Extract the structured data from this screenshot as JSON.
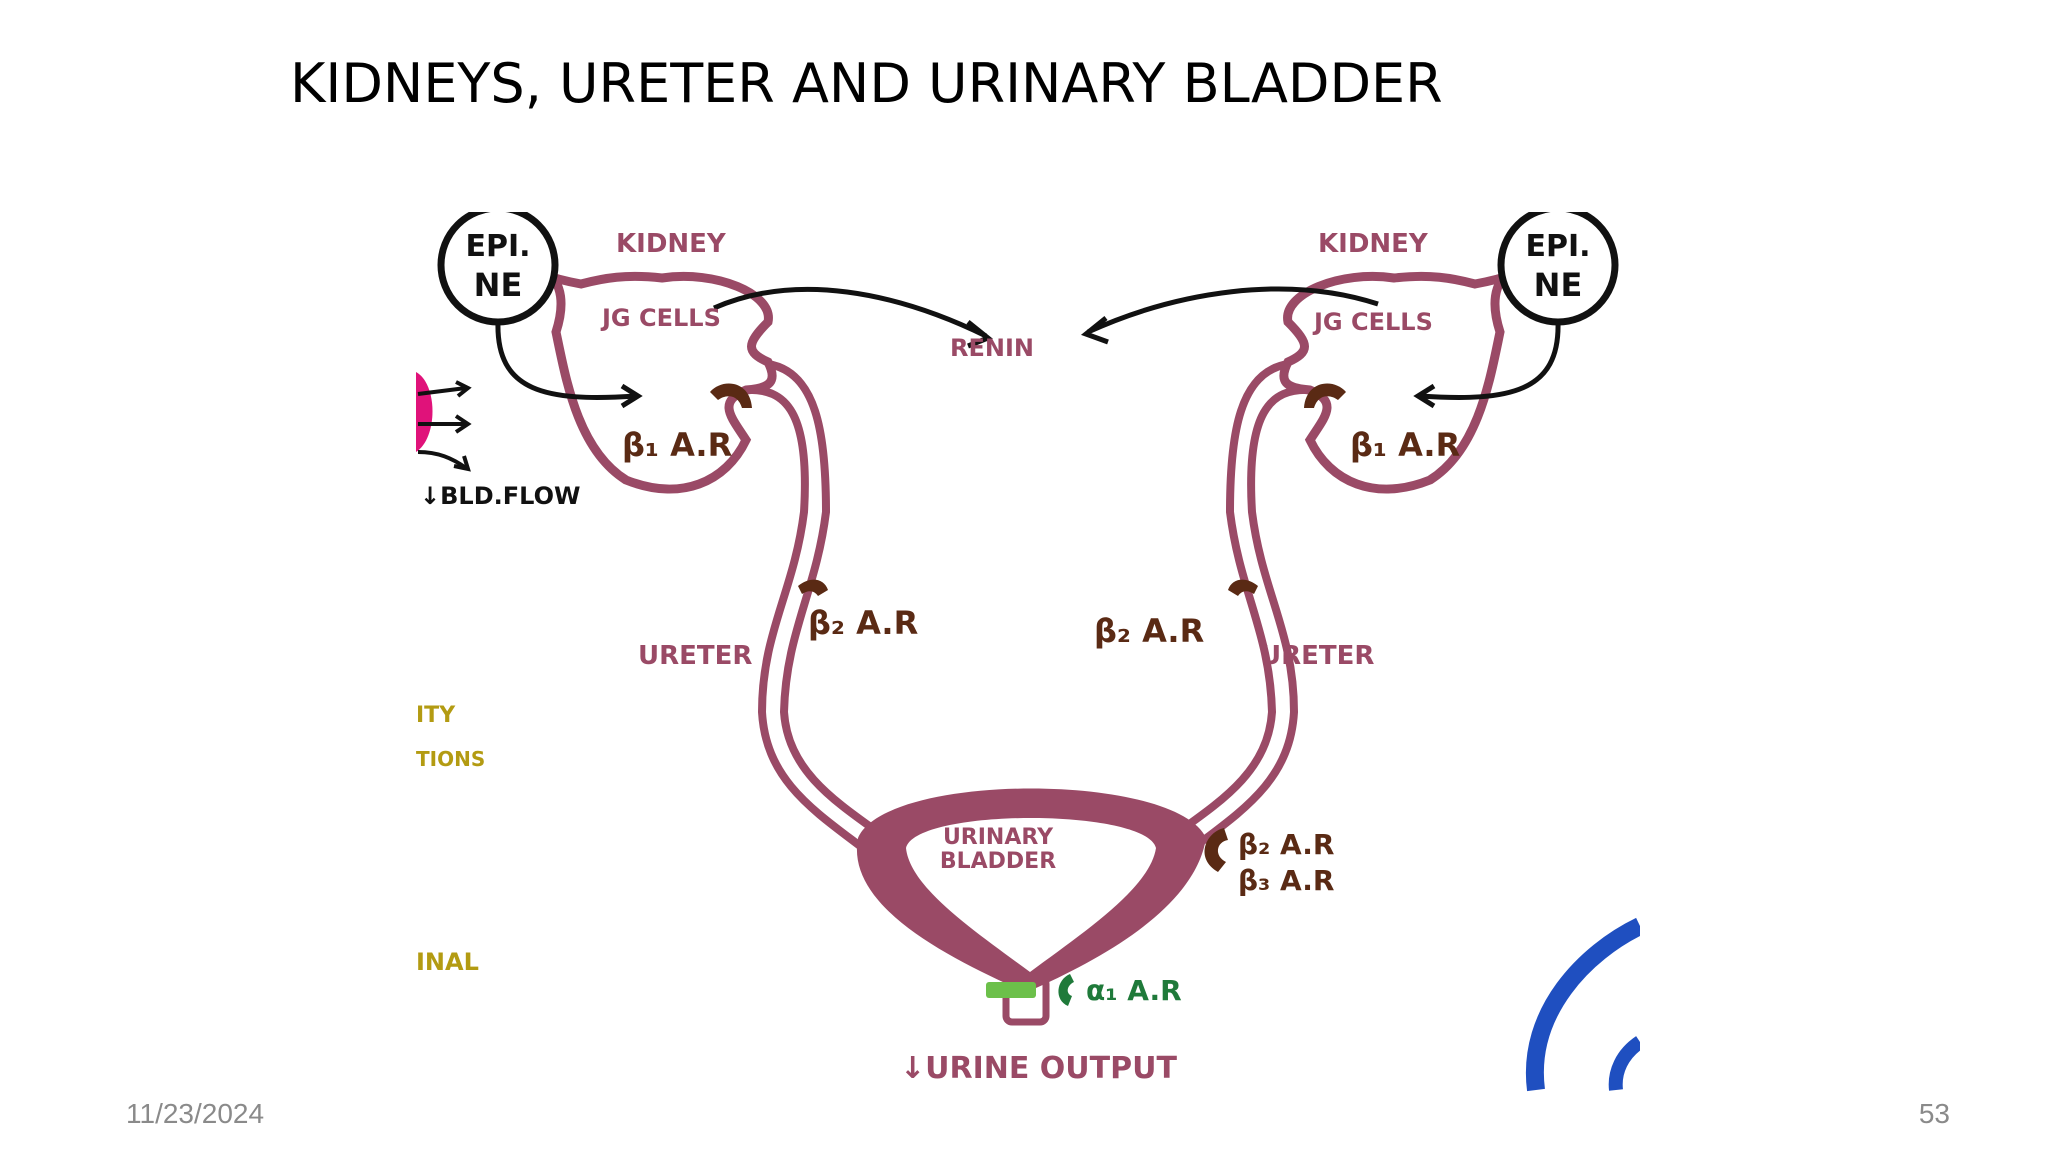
{
  "slide": {
    "title": "KIDNEYS, URETER AND URINARY BLADDER",
    "date": "11/23/2024",
    "page_number": "53"
  },
  "diagram": {
    "left_kidney": "KIDNEY",
    "right_kidney": "KIDNEY",
    "left_epi": "EPI.",
    "left_ne": "NE",
    "right_epi": "EPI.",
    "right_ne": "NE",
    "left_jg": "JG CELLS",
    "right_jg": "JG CELLS",
    "renin": "RENIN",
    "left_b1": "β₁ A.R",
    "right_b1": "β₁ A.R",
    "left_b2": "β₂ A.R",
    "right_b2": "β₂ A.R",
    "left_ureter": "URETER",
    "right_ureter": "URETER",
    "bladder_line1": "URINARY",
    "bladder_line2": "BLADDER",
    "bladder_b2": "β₂ A.R",
    "bladder_b3": "β₃ A.R",
    "alpha1": "α₁ A.R",
    "urine_output": "↓URINE OUTPUT",
    "blood_flow": "↓BLD.FLOW",
    "crop_ity": "ITY",
    "crop_tions": "TIONS",
    "crop_inal": "INAL"
  },
  "colors": {
    "organ": "#9a4a66",
    "receptor": "#5a2a14",
    "alpha": "#1f7a3a",
    "alpha_band": "#6cc04a",
    "magenta": "#e0127a",
    "olive": "#b39b12",
    "blue_stroke": "#1f4fc0"
  }
}
